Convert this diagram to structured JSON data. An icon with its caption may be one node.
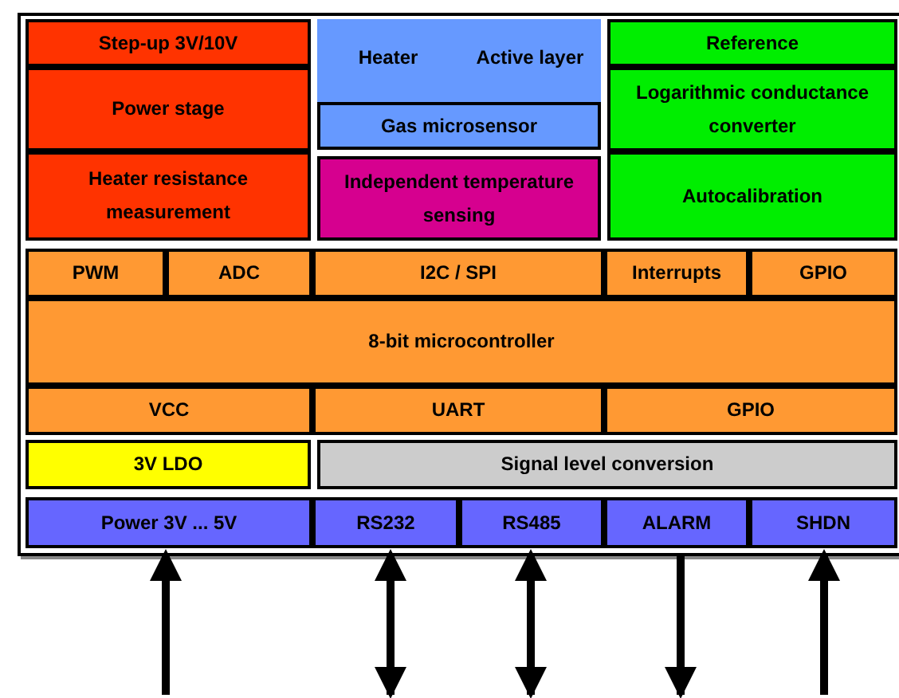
{
  "diagram": {
    "nodes": [
      {
        "text": [
          "Step-up 3V/10V"
        ]
      },
      {
        "text": [
          "Heater"
        ]
      },
      {
        "text": [
          "Active layer"
        ]
      },
      {
        "text": [
          "Reference"
        ]
      },
      {
        "text": [
          "Power stage"
        ]
      },
      {
        "text": [
          "Gas microsensor"
        ]
      },
      {
        "text": [
          "Logarithmic conductance converter"
        ]
      },
      {
        "text": [
          "Heater resistance measurement"
        ]
      },
      {
        "text": [
          "Independent temperature sensing"
        ]
      },
      {
        "text": [
          "Autocalibration"
        ]
      },
      {
        "text": [
          "PWM"
        ]
      },
      {
        "text": [
          "ADC"
        ]
      },
      {
        "text": [
          "I2C / SPI"
        ]
      },
      {
        "text": [
          "Interrupts"
        ]
      },
      {
        "text": [
          "GPIO"
        ]
      },
      {
        "text": [
          "8-bit microcontroller"
        ]
      },
      {
        "text": [
          "VCC"
        ]
      },
      {
        "text": [
          "UART"
        ]
      },
      {
        "text": [
          "GPIO"
        ]
      },
      {
        "text": [
          "3V LDO"
        ]
      },
      {
        "text": [
          "Signal level conversion"
        ]
      },
      {
        "text": [
          "Power 3V ... 5V"
        ]
      },
      {
        "text": [
          "RS232"
        ]
      },
      {
        "text": [
          "RS485"
        ]
      },
      {
        "text": [
          "ALARM"
        ]
      },
      {
        "text": [
          "SHDN"
        ]
      }
    ],
    "edges": [
      {
        "from": null,
        "to": 21,
        "arrow": "to"
      },
      {
        "from": 22,
        "to": null,
        "arrow": "both"
      },
      {
        "from": 23,
        "to": null,
        "arrow": "both"
      },
      {
        "from": 24,
        "to": null,
        "arrow": "to"
      },
      {
        "from": null,
        "to": 25,
        "arrow": "to"
      }
    ]
  }
}
